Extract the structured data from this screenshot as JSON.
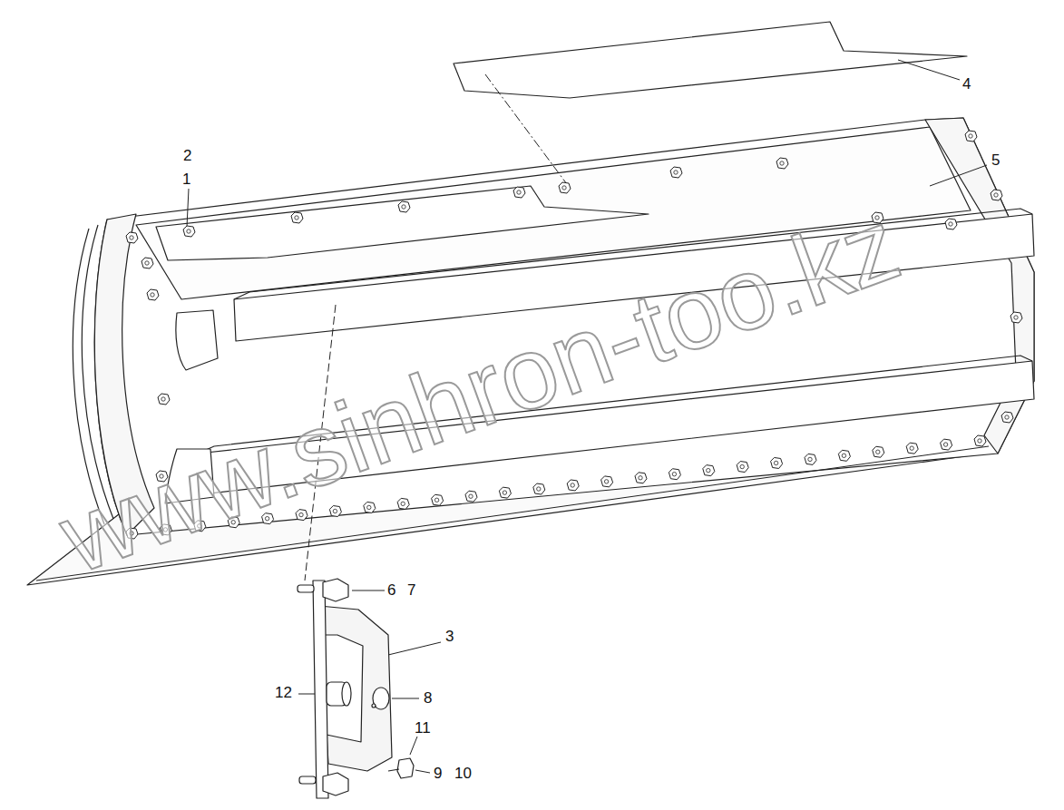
{
  "diagram": {
    "labels": [
      "2",
      "1",
      "4",
      "5",
      "6",
      "7",
      "3",
      "12",
      "8",
      "11",
      "9",
      "10",
      "www.sinhron-too.kz"
    ]
  }
}
